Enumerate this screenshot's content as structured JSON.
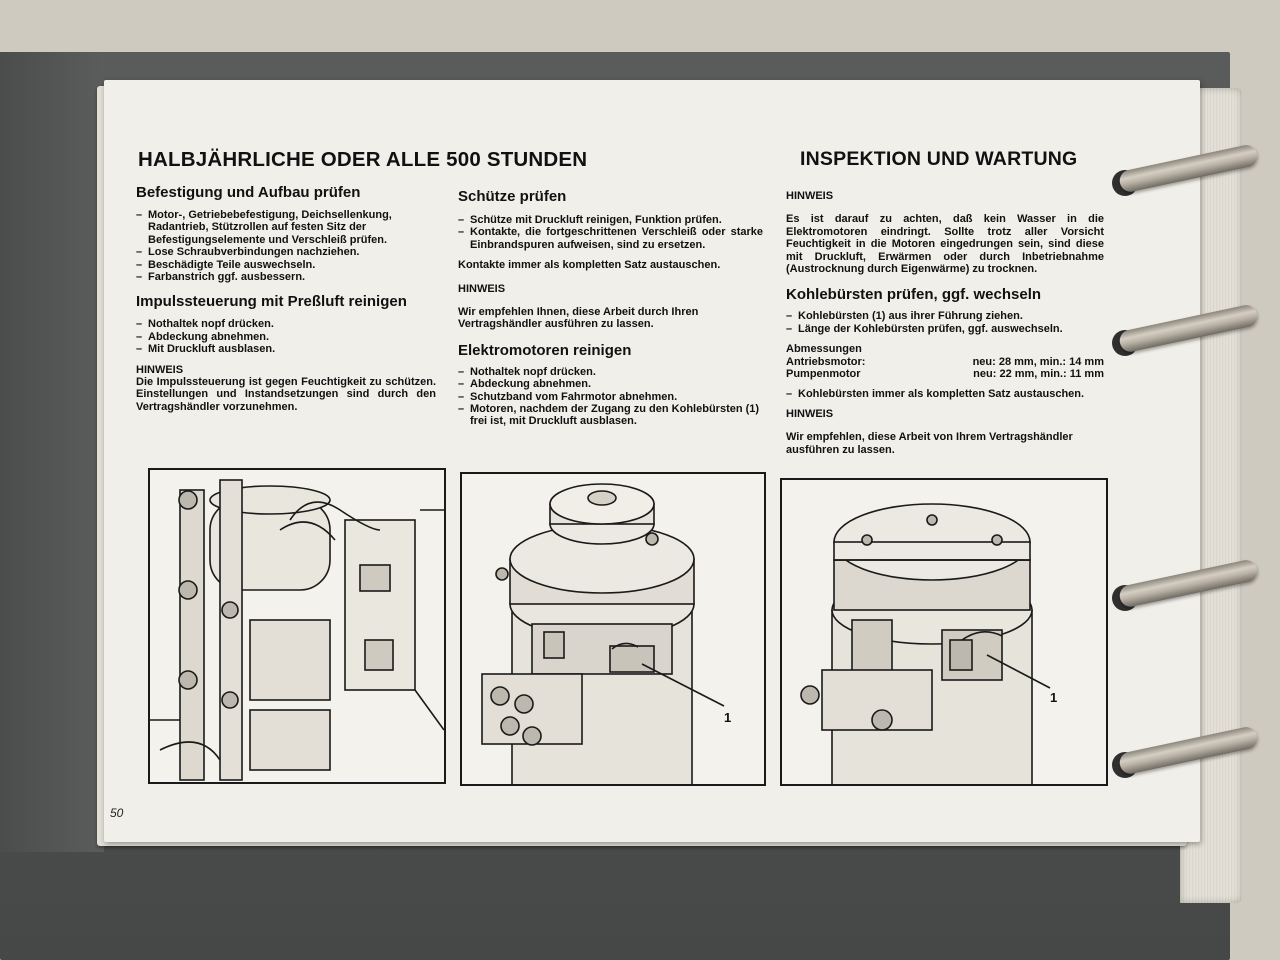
{
  "page_number": "50",
  "main_title": "HALBJÄHRLICHE ODER ALLE 500 STUNDEN",
  "right_title": "INSPEKTION UND WARTUNG",
  "col1": {
    "s1_title": "Befestigung und Aufbau prüfen",
    "s1_items": [
      "Motor-, Getriebebefestigung, Deichsellenkung, Radantrieb, Stützrollen auf festen Sitz der Befestigungselemente und Verschleiß prüfen.",
      "Lose Schraubverbindungen nachziehen.",
      "Beschädigte Teile auswechseln.",
      "Farbanstrich ggf. ausbessern."
    ],
    "s2_title": "Impulssteuerung mit Preßluft reinigen",
    "s2_items": [
      "Nothaltek nopf drücken.",
      "Abdeckung abnehmen.",
      "Mit Druckluft ausblasen."
    ],
    "hinweis_label": "HINWEIS",
    "hinweis_text": "Die Impulssteuerung ist gegen Feuchtigkeit zu schützen. Einstellungen und Instandsetzungen sind durch den Vertragshändler vorzunehmen."
  },
  "col2": {
    "s1_title": "Schütze prüfen",
    "s1_items": [
      "Schütze mit Druckluft reinigen, Funktion prüfen.",
      "Kontakte, die fortgeschrittenen Verschleiß oder starke Einbrandspuren aufweisen, sind zu ersetzen."
    ],
    "s1_note": "Kontakte immer als kompletten Satz austauschen.",
    "hinweis_label": "HINWEIS",
    "hinweis_text": "Wir empfehlen Ihnen, diese Arbeit durch Ihren Vertragshändler ausführen zu lassen.",
    "s2_title": "Elektromotoren reinigen",
    "s2_items": [
      "Nothaltek nopf drücken.",
      "Abdeckung abnehmen.",
      "Schutzband vom Fahrmotor abnehmen.",
      "Motoren, nachdem der Zugang zu den Kohlebürsten (1) frei ist, mit Druckluft ausblasen."
    ]
  },
  "col3": {
    "hinweis_label": "HINWEIS",
    "hinweis_text": "Es ist darauf zu achten, daß kein Wasser in die Elektromotoren eindringt. Sollte trotz aller Vorsicht Feuchtigkeit in die Motoren eingedrungen sein, sind diese mit Druckluft, Erwärmen oder durch Inbetriebnahme (Austrocknung durch Eigenwärme) zu trocknen.",
    "s1_title": "Kohlebürsten prüfen, ggf. wechseln",
    "s1_items": [
      "Kohlebürsten (1) aus ihrer Führung ziehen.",
      "Länge der Kohlebürsten prüfen, ggf. auswechseln."
    ],
    "meas_label": "Abmessungen",
    "meas_rows": [
      {
        "name": "Antriebsmotor:",
        "value": "neu: 28 mm, min.: 14 mm"
      },
      {
        "name": "Pumpenmotor",
        "value": "neu: 22 mm, min.: 11 mm"
      }
    ],
    "s1_note_item": "Kohlebürsten immer als kompletten Satz austauschen.",
    "hinweis2_label": "HINWEIS",
    "hinweis2_text": "Wir empfehlen, diese Arbeit von Ihrem Vertragshändler ausführen zu lassen."
  },
  "figures": {
    "fig2_callout": "1",
    "fig3_callout": "1"
  },
  "colors": {
    "paper": "#f1efe9",
    "ink": "#111111",
    "cover": "#4f5151"
  }
}
